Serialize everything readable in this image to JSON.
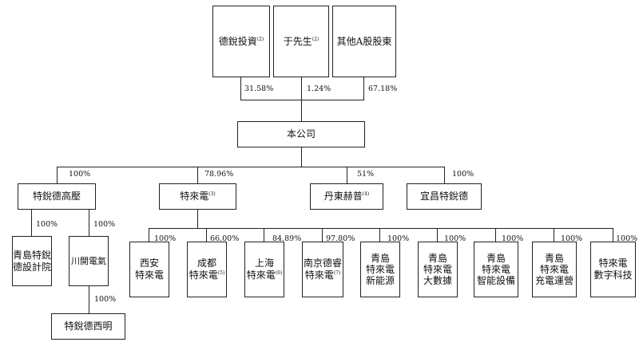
{
  "shareholders": [
    {
      "name": "德銳投資",
      "note": "(2)",
      "pct": "31.58%"
    },
    {
      "name": "于先生",
      "note": "(2)",
      "pct": "1.24%"
    },
    {
      "name": "其他A股股東",
      "note": "",
      "pct": "67.18%"
    }
  ],
  "company": "本公司",
  "level1": [
    {
      "name": "特銳德高壓",
      "note": "",
      "pct": "100%"
    },
    {
      "name": "特來電",
      "note": "(3)",
      "pct": "78.96%"
    },
    {
      "name": "丹東赫普",
      "note": "(4)",
      "pct": "51%"
    },
    {
      "name": "宜昌特銳德",
      "note": "",
      "pct": "100%"
    }
  ],
  "gaoya_subs": [
    {
      "lines": [
        "青島特銳",
        "德設計院"
      ],
      "pct": "100%"
    },
    {
      "lines": [
        "川開電氣"
      ],
      "pct": "100%"
    }
  ],
  "ximing": {
    "name": "特銳德西明",
    "pct": "100%"
  },
  "telaidian_subs": [
    {
      "lines": [
        "西安",
        "特來電"
      ],
      "note": "",
      "pct": "100%"
    },
    {
      "lines": [
        "成都",
        "特來電"
      ],
      "note": "(5)",
      "pct": "66.00%"
    },
    {
      "lines": [
        "上海",
        "特來電"
      ],
      "note": "(6)",
      "pct": "84.89%"
    },
    {
      "lines": [
        "南京德睿",
        "特來電"
      ],
      "note": "(7)",
      "pct": "97.80%"
    },
    {
      "lines": [
        "青島",
        "特來電",
        "新能源"
      ],
      "note": "",
      "pct": "100%"
    },
    {
      "lines": [
        "青島",
        "特來電",
        "大數據"
      ],
      "note": "",
      "pct": "100%"
    },
    {
      "lines": [
        "青島",
        "特來電",
        "智能設備"
      ],
      "note": "",
      "pct": "100%"
    },
    {
      "lines": [
        "青島",
        "特來電",
        "充電運營"
      ],
      "note": "",
      "pct": "100%"
    },
    {
      "lines": [
        "特來電",
        "數字科技"
      ],
      "note": "",
      "pct": "100%"
    }
  ]
}
